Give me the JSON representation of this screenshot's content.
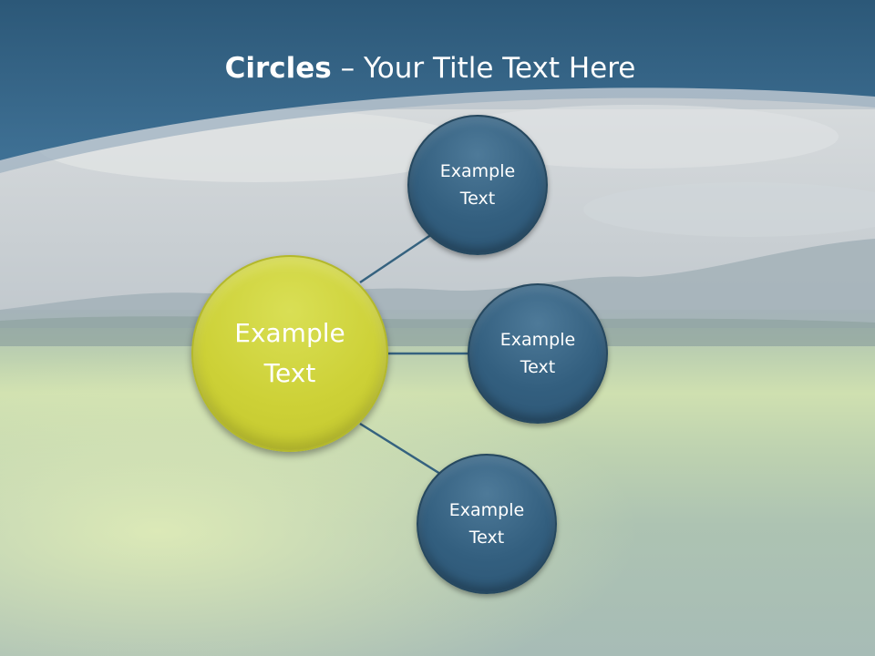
{
  "slide": {
    "title_bold": "Circles",
    "title_rest": " – Your Title Text Here"
  },
  "diagram": {
    "center": {
      "label": "Example\nText",
      "color": "#cdd137"
    },
    "nodes": [
      {
        "label": "Example\nText",
        "color": "#335f7f"
      },
      {
        "label": "Example\nText",
        "color": "#335f7f"
      },
      {
        "label": "Example\nText",
        "color": "#335f7f"
      }
    ],
    "connector_color": "#35627f"
  },
  "colors": {
    "header": "#3a6a8d",
    "header_light": "#9fb2c2"
  }
}
